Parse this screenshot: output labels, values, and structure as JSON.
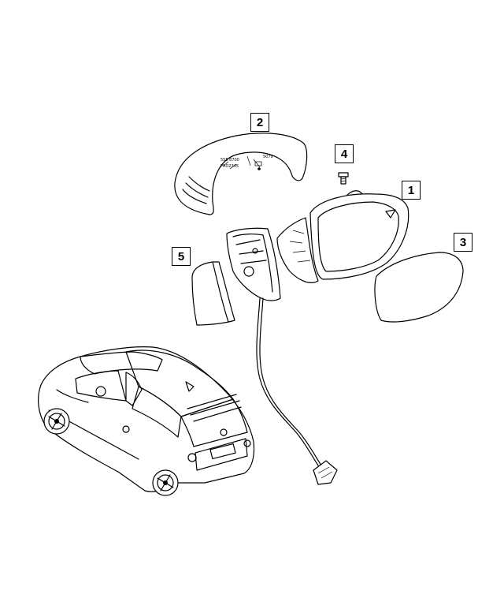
{
  "callouts": [
    {
      "id": "1",
      "label": "1"
    },
    {
      "id": "2",
      "label": "2"
    },
    {
      "id": "3",
      "label": "3"
    },
    {
      "id": "4",
      "label": "4"
    },
    {
      "id": "5",
      "label": "5"
    }
  ],
  "cover_marking": {
    "line1": "5079",
    "line2": "555 8700",
    "line3": "PRO2345"
  },
  "colors": {
    "line": "#000000",
    "background": "#ffffff"
  }
}
